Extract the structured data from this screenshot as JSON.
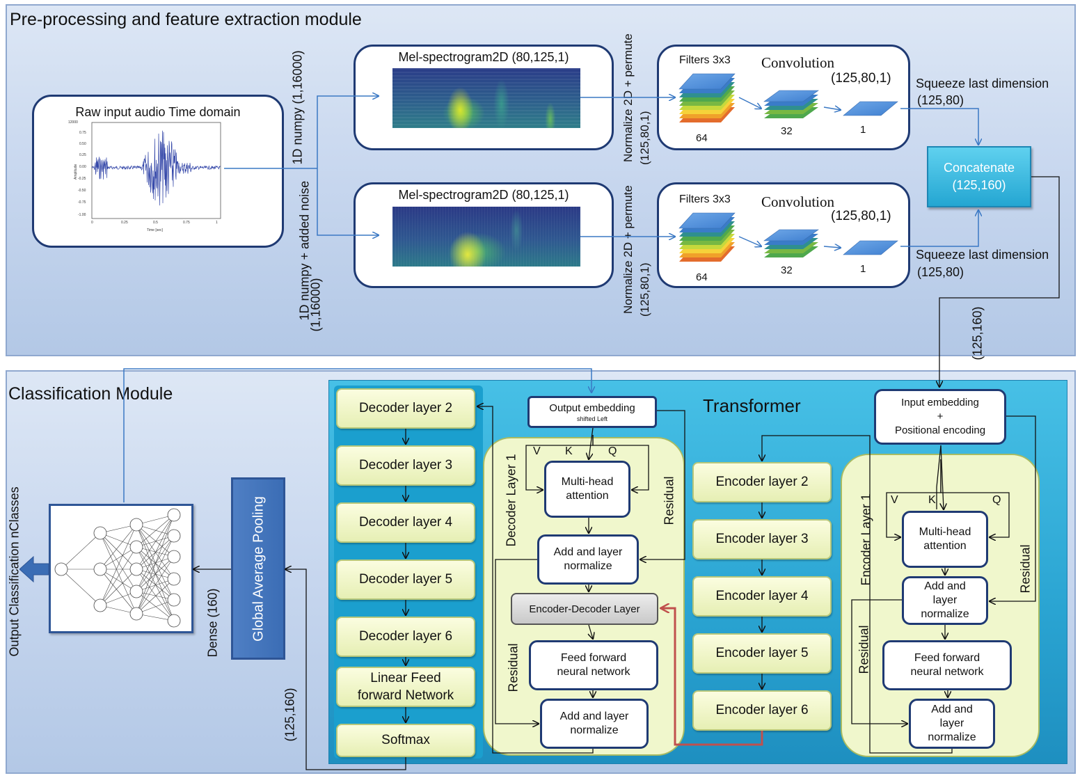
{
  "top_module": {
    "title": "Pre-processing and feature extraction module",
    "raw_audio": {
      "title": "Raw input audio Time domain",
      "y_axis": "Amplitude",
      "x_axis": "Time [sec]",
      "y_ticks": [
        "12000",
        "0.75",
        "0.50",
        "0.25",
        "0.00",
        "-0.25",
        "-0.50",
        "-0.75",
        "-1.00"
      ],
      "x_ticks": [
        "0",
        "0.25",
        "0.5",
        "0.75",
        "1"
      ]
    },
    "branch_labels": {
      "top_primary": "1D numpy (1,16000)",
      "bottom_primary": "1D numpy + added noise",
      "bottom_secondary": "(1,16000)"
    },
    "spectrograms": [
      {
        "title": "Mel-spectrogram2D (80,125,1)"
      },
      {
        "title": "Mel-spectrogram2D (80,125,1)"
      }
    ],
    "normalize": {
      "primary": "Normalize 2D + permute",
      "secondary": "(125,80,1)"
    },
    "conv_blocks": [
      {
        "filters": "Filters 3x3",
        "title": "Convolution",
        "shape": "(125,80,1)",
        "n1": "64",
        "n2": "32",
        "n3": "1"
      },
      {
        "filters": "Filters 3x3",
        "title": "Convolution",
        "shape": "(125,80,1)",
        "n1": "64",
        "n2": "32",
        "n3": "1"
      }
    ],
    "squeeze": [
      {
        "title": "Squeeze last dimension",
        "shape": "(125,80)"
      },
      {
        "title": "Squeeze last dimension",
        "shape": "(125,80)"
      }
    ],
    "concatenate": {
      "title": "Concatenate",
      "shape": "(125,160)"
    },
    "transfer_shape": "(125,160)"
  },
  "bottom_module": {
    "title": "Classification Module",
    "output_label": "Output Classification nClasses",
    "dense_label": "Dense (160)",
    "gap_label": "Global Average Pooling",
    "softmax_shape": "(125,160)",
    "transformer": {
      "title": "Transformer",
      "decoder_layers": [
        "Decoder layer 2",
        "Decoder layer 3",
        "Decoder layer 4",
        "Decoder layer 5",
        "Decoder layer 6"
      ],
      "linear_ff": "Linear Feed forward Network",
      "softmax": "Softmax",
      "output_embedding": {
        "title": "Output embedding",
        "sub": "shifted Left"
      },
      "decoder_layer1": {
        "label": "Decoder Layer 1",
        "v": "V",
        "k": "K",
        "q": "Q",
        "mha": "Multi-head attention",
        "add_norm": "Add and layer normalize",
        "enc_dec": "Encoder-Decoder Layer",
        "ffn": "Feed forward neural network",
        "add_norm2": "Add and layer normalize",
        "residual_top": "Residual",
        "residual_bottom": "Residual"
      },
      "encoder_layers": [
        "Encoder layer 2",
        "Encoder layer 3",
        "Encoder layer 4",
        "Encoder layer 5",
        "Encoder layer 6"
      ],
      "input_embedding": {
        "line1": "Input embedding",
        "line2": "+",
        "line3": "Positional encoding"
      },
      "encoder_layer1": {
        "label": "Encoder Layer 1",
        "v": "V",
        "k": "K",
        "q": "Q",
        "mha": "Multi-head attention",
        "add_norm": "Add and layer normalize",
        "ffn": "Feed forward neural network",
        "add_norm2": "Add and layer normalize",
        "residual_right": "Residual",
        "residual_left": "Residual"
      }
    }
  },
  "colors": {
    "arrow": "#3a78c4",
    "box_border": "#1f3a73",
    "transformer_bg": "#3fb4dc",
    "red_arrow": "#c0504d"
  }
}
